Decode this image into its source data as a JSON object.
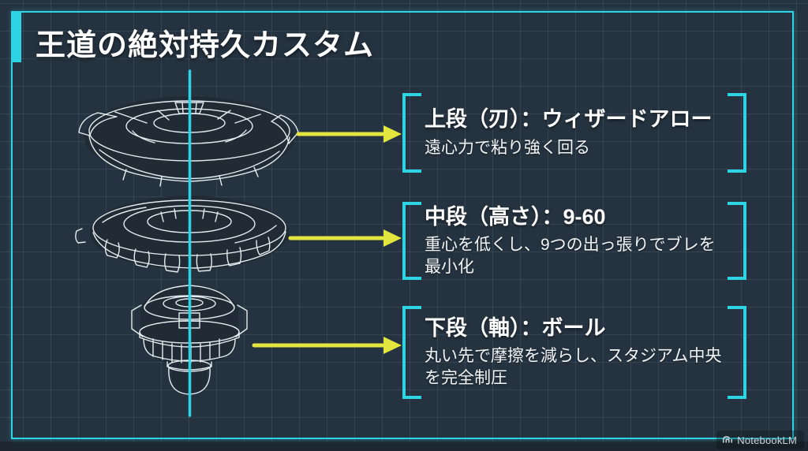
{
  "title": "王道の絶対持久カスタム",
  "callouts": [
    {
      "heading": "上段（刃）：ウィザードアロー",
      "description": "遠心力で粘り強く回る"
    },
    {
      "heading": "中段（高さ）：9-60",
      "description": "重心を低くし、9つの出っ張りでブレを最小化"
    },
    {
      "heading": "下段（軸）：ボール",
      "description": "丸い先で摩擦を減らし、スタジアム中央を完全制圧"
    }
  ],
  "diagram": {
    "parts": [
      {
        "name": "top-blade-layer-wireframe"
      },
      {
        "name": "middle-height-ring-wireframe"
      },
      {
        "name": "bottom-axis-driver-wireframe"
      }
    ],
    "axis_line": "vertical-center-axis",
    "arrow_count": 3
  },
  "watermark": {
    "label": "NotebookLM"
  },
  "colors": {
    "background": "#253340",
    "accent_cyan": "#2fd4e4",
    "arrow_yellow": "#e2e63e",
    "wireframe_white": "#e6edf1"
  }
}
